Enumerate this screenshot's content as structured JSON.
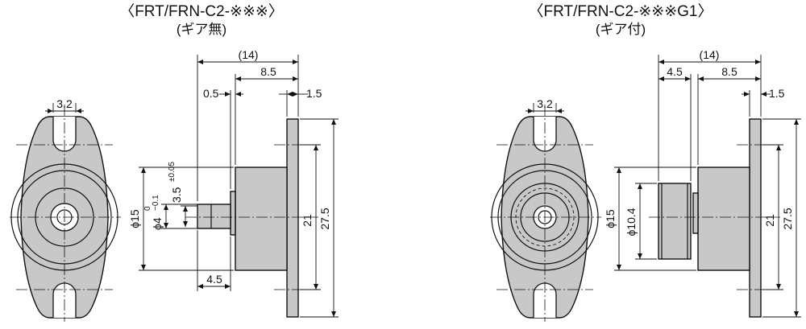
{
  "left": {
    "title": "〈FRT/FRN-C2-※※※〉",
    "subtitle": "(ギア無)",
    "dims": {
      "overall": "(14)",
      "body": "8.5",
      "gap": "0.5",
      "flange": "1.5",
      "slot": "3.2",
      "outer_dia": "ϕ15",
      "shaft_dia": "ϕ4",
      "shaft_tol_upper": "0",
      "shaft_tol_lower": "−0.1",
      "flat": "3.5",
      "flat_tol": "±0.05",
      "shaft_len": "4.5",
      "mount_pitch": "21",
      "height": "27.5"
    }
  },
  "right": {
    "title": "〈FRT/FRN-C2-※※※G1〉",
    "subtitle": "(ギア付)",
    "dims": {
      "overall": "(14)",
      "gear": "4.5",
      "body": "8.5",
      "flange": "1.5",
      "slot": "3.2",
      "outer_dia": "ϕ15",
      "gear_dia": "ϕ10.4",
      "mount_pitch": "21",
      "height": "27.5"
    }
  }
}
